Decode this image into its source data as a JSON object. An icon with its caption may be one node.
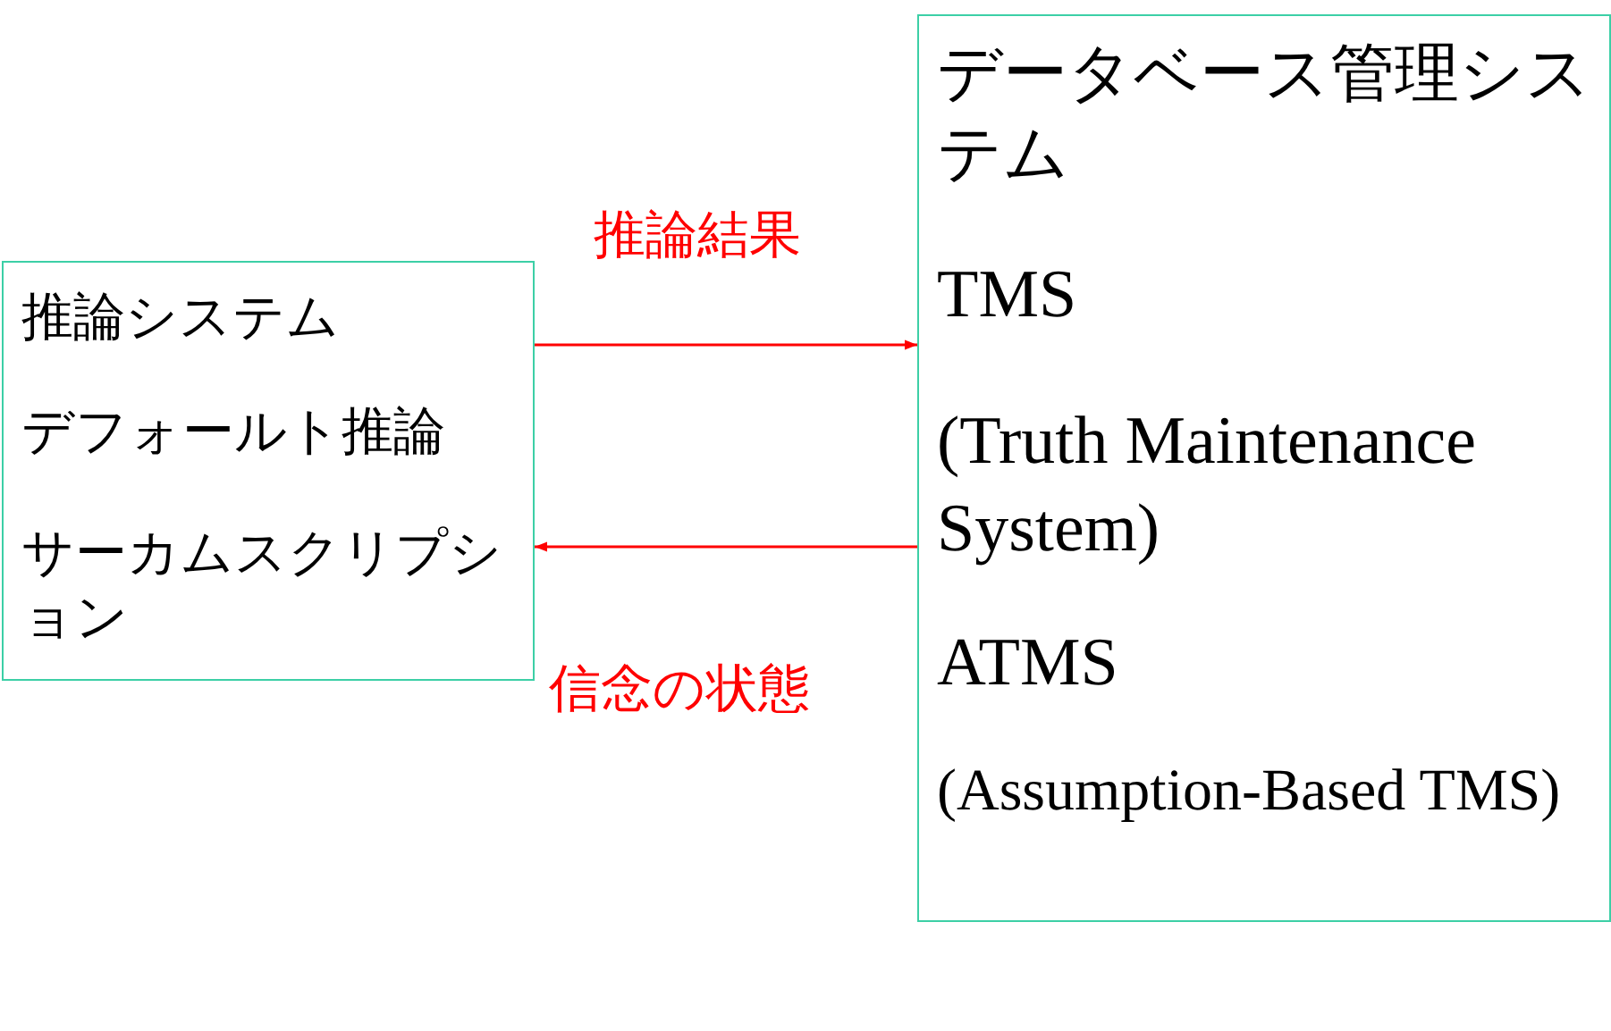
{
  "diagram": {
    "nodes": [
      {
        "text": [
          "推論システム",
          "デフォールト推論",
          "サーカムスクリプション"
        ]
      },
      {
        "text": [
          "データベース管理システム",
          "TMS",
          "(Truth Maintenance System)",
          "ATMS",
          "(Assumption-Based TMS)"
        ]
      }
    ],
    "edges": [
      {
        "from": 0,
        "to": 1,
        "arrow": "to",
        "label": "推論結果",
        "color": "#ff0000"
      },
      {
        "from": 1,
        "to": 0,
        "arrow": "to",
        "label": "信念の状態",
        "color": "#ff0000"
      }
    ]
  }
}
